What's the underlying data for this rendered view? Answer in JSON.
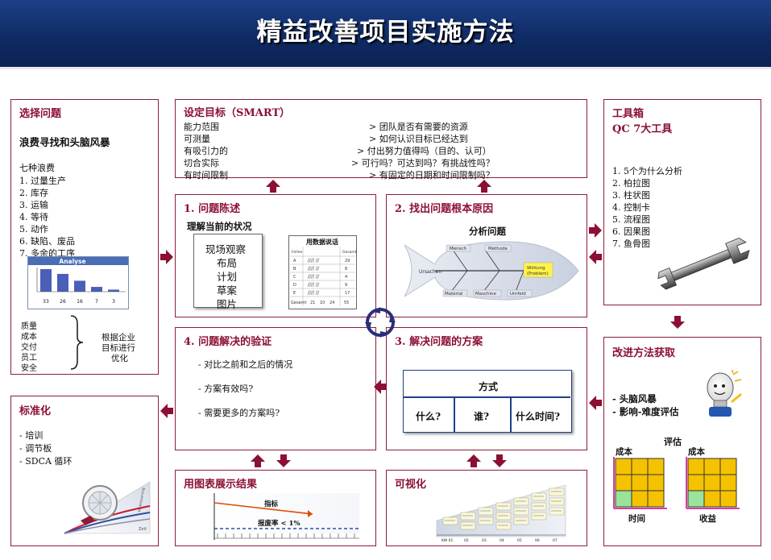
{
  "title": "精益改善项目实施方法",
  "select": {
    "title": "选择问题",
    "subtitle": "浪费寻找和头脑风暴",
    "waste_heading": "七种浪费",
    "wastes": [
      "1. 过量生产",
      "2. 库存",
      "3. 运输",
      "4. 等待",
      "5. 动作",
      "6. 缺陷、废品",
      "7. 多余的工序"
    ],
    "analyse_title": "Analyse",
    "analyse_values": [
      33,
      26,
      16,
      7,
      3
    ],
    "goals": [
      "质量",
      "成本",
      "交付",
      "员工",
      "安全"
    ],
    "goals_note": [
      "根据企业",
      "目标进行",
      "优化"
    ]
  },
  "smart": {
    "title": "设定目标（SMART）",
    "rows": [
      {
        "left": "能力范围",
        "right": "> 团队是否有需要的资源"
      },
      {
        "left": "可测量",
        "right": "> 如何认识目标已经达到"
      },
      {
        "left": "有吸引力的",
        "right": "> 付出努力值得吗（目的、认可）"
      },
      {
        "left": "切合实际",
        "right": "> 可行吗？可达到吗？有挑战性吗？"
      },
      {
        "left": "有时间限制",
        "right": "> 有固定的日期和时间限制吗？"
      }
    ]
  },
  "toolbox": {
    "title": "工具箱",
    "subtitle": "QC 7大工具",
    "tools": [
      "1. 5个为什么分析",
      "2. 柏拉图",
      "3. 柱状图",
      "4. 控制卡",
      "5. 流程图",
      "6. 因果图",
      "7. 鱼骨图"
    ]
  },
  "step1": {
    "title": "1. 问题陈述",
    "subtitle": "理解当前的状况",
    "items": [
      "现场观察",
      "布局",
      "计划",
      "草案",
      "图片"
    ],
    "sheet_title": "用数据说话",
    "sheet_header_left": "Fehler",
    "sheet_header_right": "Gesamt",
    "sheet_rows": [
      "A",
      "B",
      "C",
      "D",
      "E"
    ],
    "sheet_totals": [
      "29",
      "8",
      "4",
      "9",
      "17"
    ],
    "sheet_footer": [
      "Gesamt",
      "21",
      "10",
      "24",
      "55"
    ]
  },
  "step2": {
    "title": "2. 找出问题根本原因",
    "subtitle": "分析问题",
    "fish_labels": {
      "mensch": "Mensch",
      "methode": "Methode",
      "ursachen": "Ursachen",
      "wirkung": "Wirkung",
      "problem": "(Problem)",
      "material": "Material",
      "maschine": "Maschine",
      "umfeld": "Umfeld"
    }
  },
  "step3": {
    "title": "3. 解决问题的方案",
    "table_title": "方式",
    "cells": [
      "什么?",
      "谁?",
      "什么时间?"
    ]
  },
  "step4": {
    "title": "4. 问题解决的验证",
    "items": [
      "- 对比之前和之后的情况",
      "- 方案有效吗?",
      "- 需要更多的方案吗?"
    ]
  },
  "improve": {
    "title": "改进方法获取",
    "items": [
      "- 头脑风暴",
      "- 影响-难度评估"
    ],
    "eval_label": "评估",
    "grid1_y": "成本",
    "grid1_x": "时间",
    "grid2_y": "成本",
    "grid2_x": "收益"
  },
  "standard": {
    "title": "标准化",
    "items": [
      "- 培训",
      "- 调节板",
      "- SDCA 循环"
    ],
    "chart_label_a": "Verbesserung",
    "chart_label_b": "Zeit"
  },
  "results": {
    "title": "用图表展示结果",
    "target_label": "指标",
    "reject_label": "报废率 < 1%"
  },
  "visual": {
    "title": "可视化",
    "axis": [
      "KW 01",
      "02",
      "03",
      "04",
      "05",
      "06",
      "07"
    ]
  },
  "colors": {
    "header": "#0f2a63",
    "border": "#8b1d3a",
    "arrow": "#8b1034",
    "grid_yellow": "#f5c200",
    "grid_green": "#9be39b"
  }
}
